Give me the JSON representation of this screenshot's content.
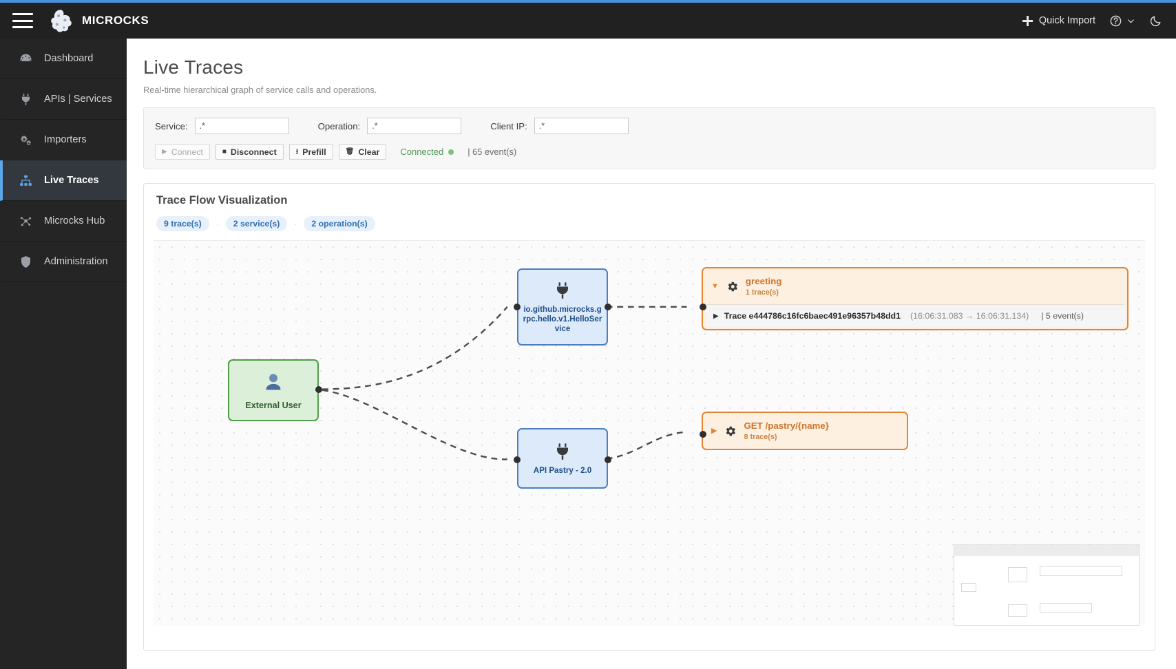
{
  "header": {
    "brand": "MICROCKS",
    "menu_icon": "hamburger-icon",
    "quick_import": "Quick Import",
    "help_icon": "help-circle-icon",
    "chevron_icon": "chevron-down-icon",
    "theme_icon": "moon-icon"
  },
  "sidebar": {
    "items": [
      {
        "label": "Dashboard",
        "icon": "gauge-icon",
        "active": false
      },
      {
        "label": "APIs | Services",
        "icon": "plug-icon",
        "active": false
      },
      {
        "label": "Importers",
        "icon": "gears-icon",
        "active": false
      },
      {
        "label": "Live Traces",
        "icon": "hierarchy-icon",
        "active": true
      },
      {
        "label": "Microcks Hub",
        "icon": "network-nodes-icon",
        "active": false
      },
      {
        "label": "Administration",
        "icon": "shield-icon",
        "active": false
      }
    ]
  },
  "page": {
    "title": "Live Traces",
    "subtitle": "Real-time hierarchical graph of service calls and operations."
  },
  "filters": {
    "service_label": "Service:",
    "service_value": ".*",
    "operation_label": "Operation:",
    "operation_value": ".*",
    "client_ip_label": "Client IP:",
    "client_ip_value": ".*",
    "placeholder": ".*"
  },
  "actions": {
    "connect": "Connect",
    "disconnect": "Disconnect",
    "prefill": "Prefill",
    "clear": "Clear",
    "status": "Connected",
    "status_color": "#4f9a55",
    "events": "| 65 event(s)"
  },
  "visualization": {
    "title": "Trace Flow Visualization",
    "chips": [
      "9 trace(s)",
      "2 service(s)",
      "2 operation(s)"
    ],
    "chip_separator": "·",
    "nodes": {
      "user": {
        "label": "External User",
        "icon": "user-icon",
        "color": "#4e9c47"
      },
      "service_grpc": {
        "label": "io.github.microcks.grpc.hello.v1.HelloService",
        "icon": "plug-icon",
        "color": "#4a7fc1"
      },
      "service_rest": {
        "label": "API Pastry - 2.0",
        "icon": "plug-icon",
        "color": "#4a7fc1"
      }
    },
    "operations": [
      {
        "name": "greeting",
        "count": "1 trace(s)",
        "expanded": true,
        "caret": "▼",
        "traces": [
          {
            "label": "Trace",
            "id": "e444786c16fc6baec491e96357b48dd1",
            "time": "(16:06:31.083 → 16:06:31.134)",
            "events": "| 5 event(s)",
            "caret": "▶"
          }
        ]
      },
      {
        "name": "GET /pastry/{name}",
        "count": "8 trace(s)",
        "expanded": false,
        "caret": "▶",
        "traces": []
      }
    ]
  }
}
